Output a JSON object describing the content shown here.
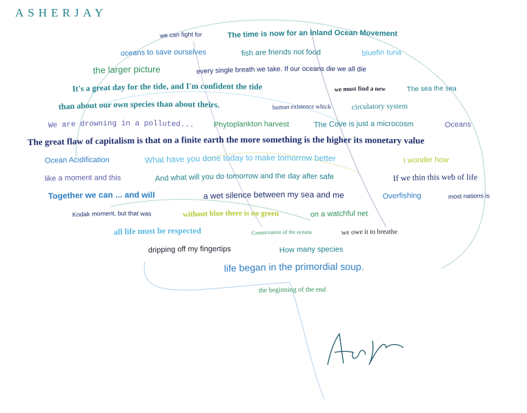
{
  "logo": "ASHERJAY",
  "colors": {
    "navy": "#1b2a6b",
    "teal": "#1f7f8a",
    "blue": "#2b7cc0",
    "lightblue": "#55b6e0",
    "green": "#2f8f5a",
    "lime": "#b4c62e",
    "purple": "#5a5aa8",
    "dark": "#1c1c2c"
  },
  "phrases": [
    "The great flaw of capitalism is that on a finite earth the more something is the higher its monetary value",
    "The time is now for an Inland Ocean Movement",
    "fish are friends not food",
    "oceans to save ourselves",
    "every single breath we take. If our oceans die we all die",
    "we must find a new",
    "without blue there is no green",
    "life began in the primordial soup.",
    "How many species",
    "a wet silence between my sea and me",
    "dripping off my fingertips",
    "What have you done today to make tomorrow better",
    "And what will you do tomorrow and the day after safe",
    "If we thin this web of life",
    "Ocean Acidification",
    "Oceans",
    "Phytoplankton harvest",
    "The Cove is just a microcosm",
    "We are drowning in a polluted...",
    "than about our own species than about theirs.",
    "Together we can ... and will",
    "Kodak moment, but that was",
    "the larger picture",
    "we can fight for",
    "It's a great day for the tide, and I'm confident the tide",
    "we owe it to breathe",
    "most nations is",
    "bluefin tuna",
    "human existence which",
    "circulatory system",
    "Conservation of the oceans",
    "Overfishing",
    "I wonder how",
    "on a watchful net",
    "The sea the sea",
    "the beginning of the end",
    "all life must be respected",
    "like a moment and this"
  ]
}
